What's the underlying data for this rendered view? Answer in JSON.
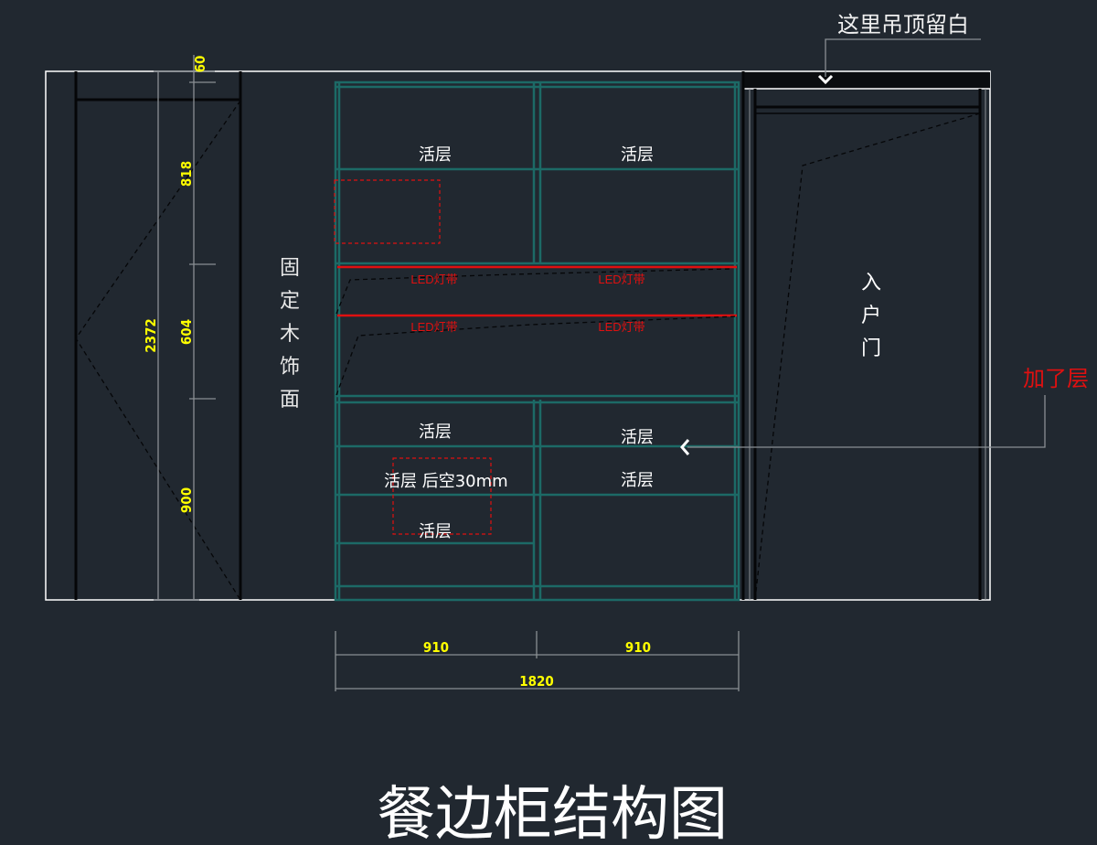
{
  "dimensions": {
    "total_height": "2372",
    "top": "60",
    "upper": "818",
    "middle": "604",
    "lower": "900",
    "width_left": "910",
    "width_right": "910",
    "width_total": "1820"
  },
  "labels": {
    "fixed_panel": [
      "固",
      "定",
      "木",
      "饰",
      "面"
    ],
    "shelf": "活层",
    "shelf_back": "活层  后空30mm",
    "led": "LED灯带",
    "door": [
      "入",
      "户",
      "门"
    ],
    "ceiling_note": "这里吊顶留白",
    "added_shelf_note": "加了层"
  },
  "title": "餐边柜结构图",
  "colors": {
    "background": "#212830",
    "dimension": "#ffff00",
    "annotation_red": "#e01010",
    "cabinet": "#1c6a66"
  }
}
